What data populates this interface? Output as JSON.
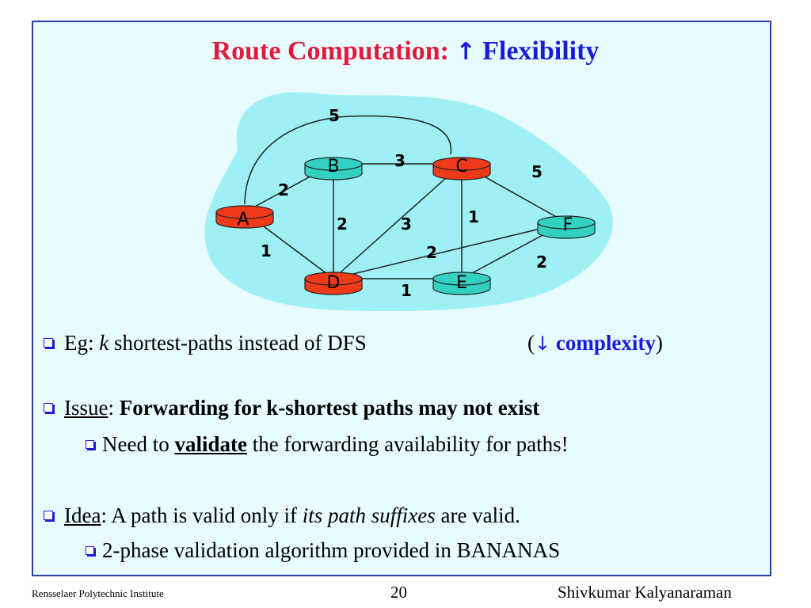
{
  "title": {
    "part1": "Route Computation: ",
    "arrow": "↑",
    "part2": "Flexibility"
  },
  "graph": {
    "nodes": [
      {
        "id": "A",
        "label": "A",
        "color": "#ef3a1a"
      },
      {
        "id": "B",
        "label": "B",
        "color": "#33d1c4"
      },
      {
        "id": "C",
        "label": "C",
        "color": "#ef3a1a"
      },
      {
        "id": "D",
        "label": "D",
        "color": "#ef3a1a"
      },
      {
        "id": "E",
        "label": "E",
        "color": "#33d1c4"
      },
      {
        "id": "F",
        "label": "F",
        "color": "#33d1c4"
      }
    ],
    "edges": [
      {
        "from": "A",
        "to": "C",
        "weight": "5"
      },
      {
        "from": "B",
        "to": "C",
        "weight": "3"
      },
      {
        "from": "C",
        "to": "F",
        "weight": "5"
      },
      {
        "from": "A",
        "to": "B",
        "weight": "2"
      },
      {
        "from": "C",
        "to": "E",
        "weight": "1"
      },
      {
        "from": "B",
        "to": "D",
        "weight": "2"
      },
      {
        "from": "C",
        "to": "D",
        "weight": "3"
      },
      {
        "from": "A",
        "to": "D",
        "weight": "1"
      },
      {
        "from": "D",
        "to": "F",
        "weight": "2"
      },
      {
        "from": "E",
        "to": "F",
        "weight": "2"
      },
      {
        "from": "D",
        "to": "E",
        "weight": "1"
      }
    ]
  },
  "bullets": {
    "b1": {
      "pre": "Eg: ",
      "em": "k",
      "post": " shortest-paths instead of DFS"
    },
    "complexity": {
      "open": "(",
      "arrow": "↓",
      "word": "complexity",
      "close": ")"
    },
    "b2": {
      "underlined": "Issue",
      "colon": ": ",
      "bold": "Forwarding for k-shortest paths may not exist"
    },
    "b2_sub": {
      "pre": "Need to ",
      "strong": "validate",
      "post": " the forwarding availability for paths!"
    },
    "b3": {
      "underlined": "Idea",
      "pre": ": A path is valid only if ",
      "em": "its path suffixes",
      "post": " are valid."
    },
    "b3_sub": {
      "text": "2-phase validation algorithm provided in BANANAS"
    }
  },
  "footer": {
    "institute": "Rensselaer Polytechnic Institute",
    "page": "20",
    "author": "Shivkumar Kalyanaraman"
  }
}
